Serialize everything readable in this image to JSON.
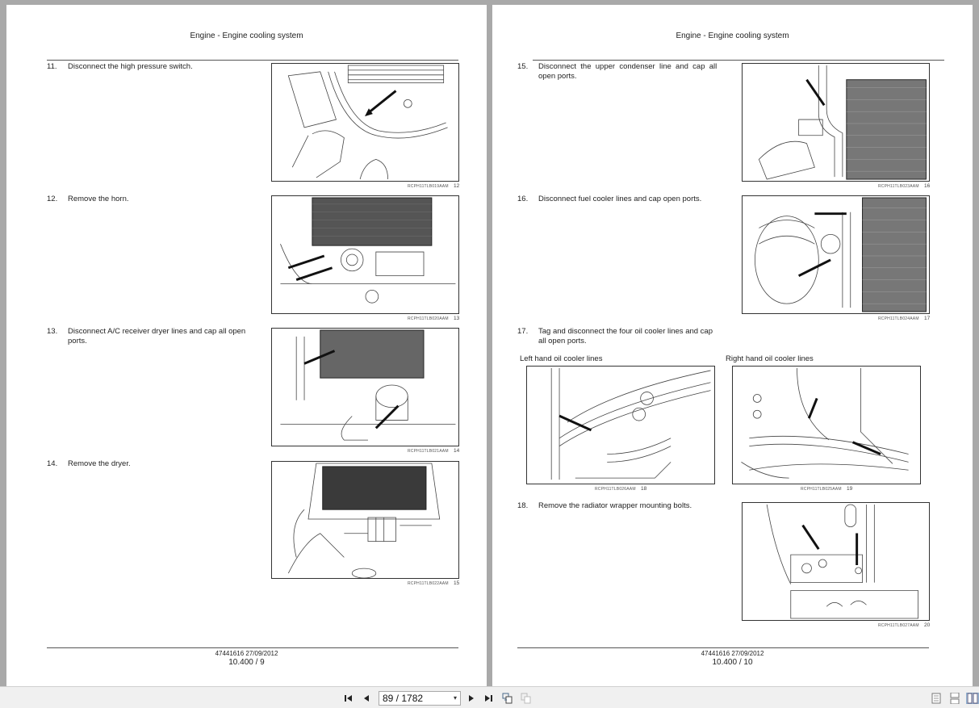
{
  "viewer": {
    "pages": [
      {
        "header": "Engine - Engine cooling system",
        "footer_doc": "47441616 27/09/2012",
        "footer_page": "10.400 / 9",
        "steps": [
          {
            "num": "11.",
            "text": "Disconnect the high pressure switch.",
            "figure_code": "RCPH11TLB019AAM",
            "figure_num": "12"
          },
          {
            "num": "12.",
            "text": "Remove the horn.",
            "figure_code": "RCPH11TLB020AAM",
            "figure_num": "13"
          },
          {
            "num": "13.",
            "text_line1": "Disconnect A/C receiver dryer lines and cap all open",
            "text_line2": "ports.",
            "figure_code": "RCPH11TLB021AAM",
            "figure_num": "14"
          },
          {
            "num": "14.",
            "text": "Remove the dryer.",
            "figure_code": "RCPH11TLB022AAM",
            "figure_num": "15"
          }
        ]
      },
      {
        "header": "Engine - Engine cooling system",
        "footer_doc": "47441616 27/09/2012",
        "footer_page": "10.400 / 10",
        "steps": [
          {
            "num": "15.",
            "text_line1": "Disconnect  the  upper  condenser  line  and  cap  all",
            "text_line2": "open ports.",
            "figure_code": "RCPH11TLB023AAM",
            "figure_num": "16"
          },
          {
            "num": "16.",
            "text": "Disconnect fuel cooler lines and cap open ports.",
            "figure_code": "RCPH11TLB024AAM",
            "figure_num": "17"
          },
          {
            "num": "17.",
            "text_line1": "Tag and disconnect the four oil cooler lines and cap",
            "text_line2": "all open ports.",
            "left_label": "Left hand oil cooler lines",
            "right_label": "Right hand oil cooler lines",
            "left_figure_code": "RCPH11TLB026AAM",
            "left_figure_num": "18",
            "right_figure_code": "RCPH11TLB025AAM",
            "right_figure_num": "19"
          },
          {
            "num": "18.",
            "text": "Remove the radiator wrapper mounting bolts.",
            "figure_code": "RCPH11TLB027AAM",
            "figure_num": "20"
          }
        ]
      }
    ]
  },
  "toolbar": {
    "first_page_icon": "first-page-icon",
    "prev_page_icon": "prev-page-icon",
    "page_indicator": "89 / 1782",
    "next_page_icon": "next-page-icon",
    "last_page_icon": "last-page-icon",
    "view_icons": [
      "single-page-icon",
      "continuous-page-icon",
      "two-page-icon"
    ],
    "active_view": "two-page-icon"
  },
  "colors": {
    "viewer_background": "#a9a9a9",
    "toolbar_background": "#f0f0f0",
    "page_background": "#ffffff"
  }
}
